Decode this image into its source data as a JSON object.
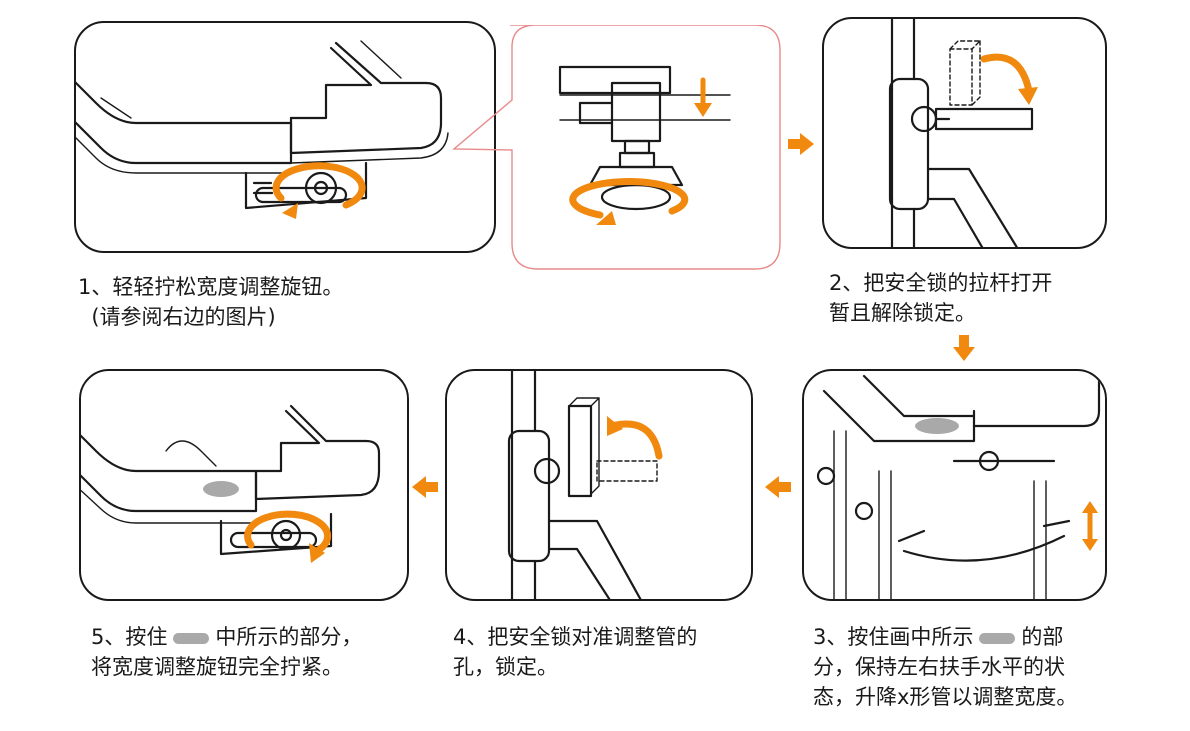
{
  "colors": {
    "accent": "#f0890e",
    "ink": "#1a1a1a",
    "callout_border": "#e88a8a",
    "press_area": "#a9a9a9"
  },
  "steps": [
    {
      "id": "1",
      "lines": [
        "1、轻轻拧松宽度调整旋钮。",
        "  (请参阅右边的图片)"
      ]
    },
    {
      "id": "2",
      "lines": [
        "2、把安全锁的拉杆打开",
        "暂且解除锁定。"
      ]
    },
    {
      "id": "3",
      "lines": [
        "3、按住画中所示",
        "的部",
        "分，保持左右扶手水平的状",
        "态，升降x形管以调整宽度。"
      ]
    },
    {
      "id": "4",
      "lines": [
        "4、把安全锁对准调整管的",
        "孔，锁定。"
      ]
    },
    {
      "id": "5",
      "lines": [
        "5、按住",
        "中所示的部分，",
        "将宽度调整旋钮完全拧紧。"
      ]
    }
  ],
  "icons": {
    "flow_right": "arrow-right-icon",
    "flow_down": "arrow-down-icon",
    "flow_left": "arrow-left-icon",
    "rotate": "rotate-arrow-icon",
    "press_marker": "press-area-icon"
  }
}
